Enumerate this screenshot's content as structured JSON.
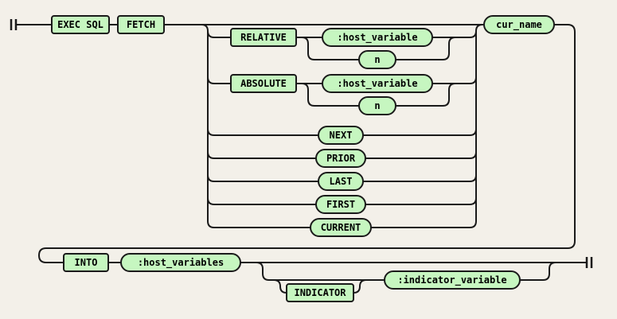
{
  "diagram": {
    "type": "railroad-syntax-diagram",
    "background": "#f3f0e9",
    "node_fill": "#c6f6c0",
    "line_color": "#1a1a1a"
  },
  "nodes": {
    "exec_sql": {
      "label": "EXEC SQL",
      "shape": "rect"
    },
    "fetch": {
      "label": "FETCH",
      "shape": "rect"
    },
    "relative": {
      "label": "RELATIVE",
      "shape": "rect"
    },
    "absolute": {
      "label": "ABSOLUTE",
      "shape": "rect"
    },
    "host_variable": {
      "label": ":host_variable",
      "shape": "pill"
    },
    "n": {
      "label": "n",
      "shape": "pill"
    },
    "next": {
      "label": "NEXT",
      "shape": "pill"
    },
    "prior": {
      "label": "PRIOR",
      "shape": "pill"
    },
    "last": {
      "label": "LAST",
      "shape": "pill"
    },
    "first": {
      "label": "FIRST",
      "shape": "pill"
    },
    "current": {
      "label": "CURRENT",
      "shape": "pill"
    },
    "cur_name": {
      "label": "cur_name",
      "shape": "pill"
    },
    "into": {
      "label": "INTO",
      "shape": "rect"
    },
    "host_variables": {
      "label": ":host_variables",
      "shape": "pill"
    },
    "indicator": {
      "label": "INDICATOR",
      "shape": "rect"
    },
    "indicator_variable": {
      "label": ":indicator_variable",
      "shape": "pill"
    }
  }
}
